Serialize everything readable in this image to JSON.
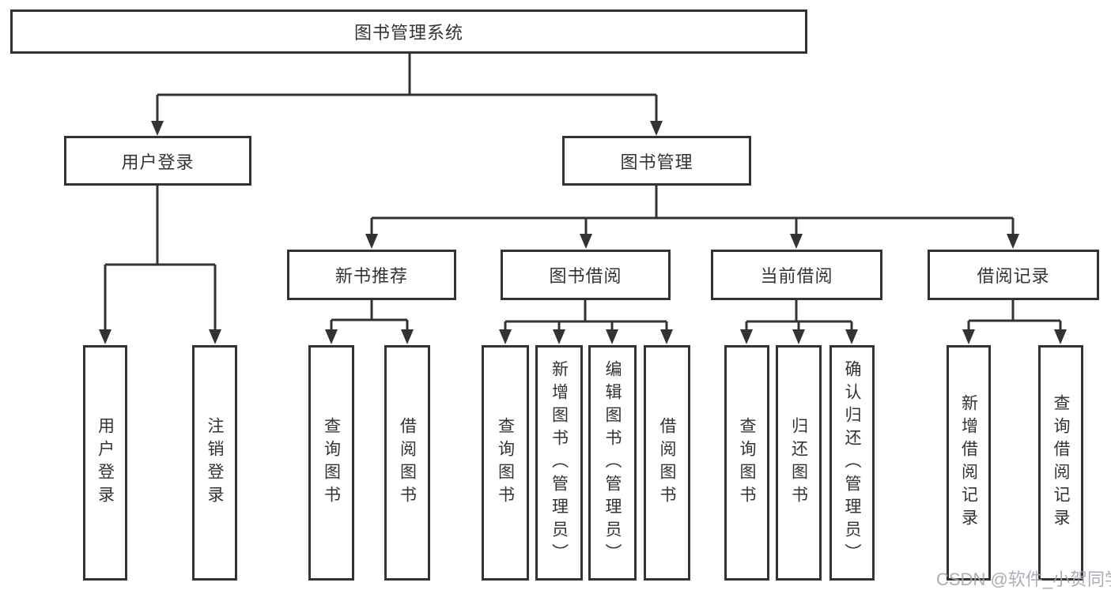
{
  "diagram": {
    "type": "hierarchy-tree",
    "colors": {
      "line": "#333333",
      "text": "#333333",
      "box_background": "#ffffff",
      "watermark_text_color": "#a0a6ad"
    },
    "tree": {
      "label": "图书管理系统",
      "children": [
        {
          "label": "用户登录",
          "children": [
            {
              "label": "用户登录"
            },
            {
              "label": "注销登录"
            }
          ]
        },
        {
          "label": "图书管理",
          "children": [
            {
              "label": "新书推荐",
              "children": [
                {
                  "label": "查询图书"
                },
                {
                  "label": "借阅图书"
                }
              ]
            },
            {
              "label": "图书借阅",
              "children": [
                {
                  "label": "查询图书"
                },
                {
                  "label": "新增图书（管理员）"
                },
                {
                  "label": "编辑图书（管理员）"
                },
                {
                  "label": "借阅图书"
                }
              ]
            },
            {
              "label": "当前借阅",
              "children": [
                {
                  "label": "查询图书"
                },
                {
                  "label": "归还图书"
                },
                {
                  "label": "确认归还（管理员）"
                }
              ]
            },
            {
              "label": "借阅记录",
              "children": [
                {
                  "label": "新增借阅记录"
                },
                {
                  "label": "查询借阅记录"
                }
              ]
            }
          ]
        }
      ]
    },
    "watermark": {
      "text": "CSDN @软件_小贺同学"
    }
  }
}
